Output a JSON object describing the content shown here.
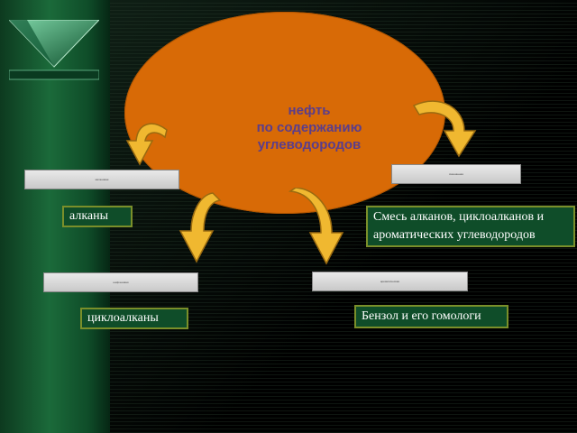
{
  "center": {
    "title_lines": [
      "нефть",
      "по содержанию",
      "углеводородов"
    ]
  },
  "labels": [
    "метановая",
    "смешанная",
    "нафтеновая",
    "ароматическая"
  ],
  "answers": {
    "alkanes": "алканы",
    "mixed": "Смесь алканов, циклоалканов и ароматических углеводородов",
    "cycloalkanes": "циклоалканы",
    "benzene": "Бензол и его гомологи"
  },
  "colors": {
    "oval": "#d86a06",
    "title": "#5a3d8c",
    "arrow": "#f0b830",
    "box_border": "#7a8f2a",
    "box_bg": "#0f4d29"
  },
  "icons": [
    "pyramid-logo-icon",
    "curved-arrow-icon"
  ]
}
